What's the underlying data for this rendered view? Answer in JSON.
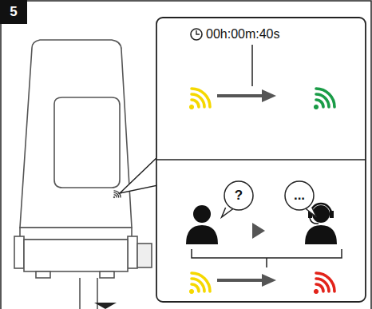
{
  "diagram": {
    "nodes": [
      {
        "text": [
          "5"
        ]
      },
      {
        "text": [
          "?"
        ]
      },
      {
        "text": [
          "..."
        ]
      }
    ],
    "labels": [
      "00h:00m:40s"
    ]
  }
}
